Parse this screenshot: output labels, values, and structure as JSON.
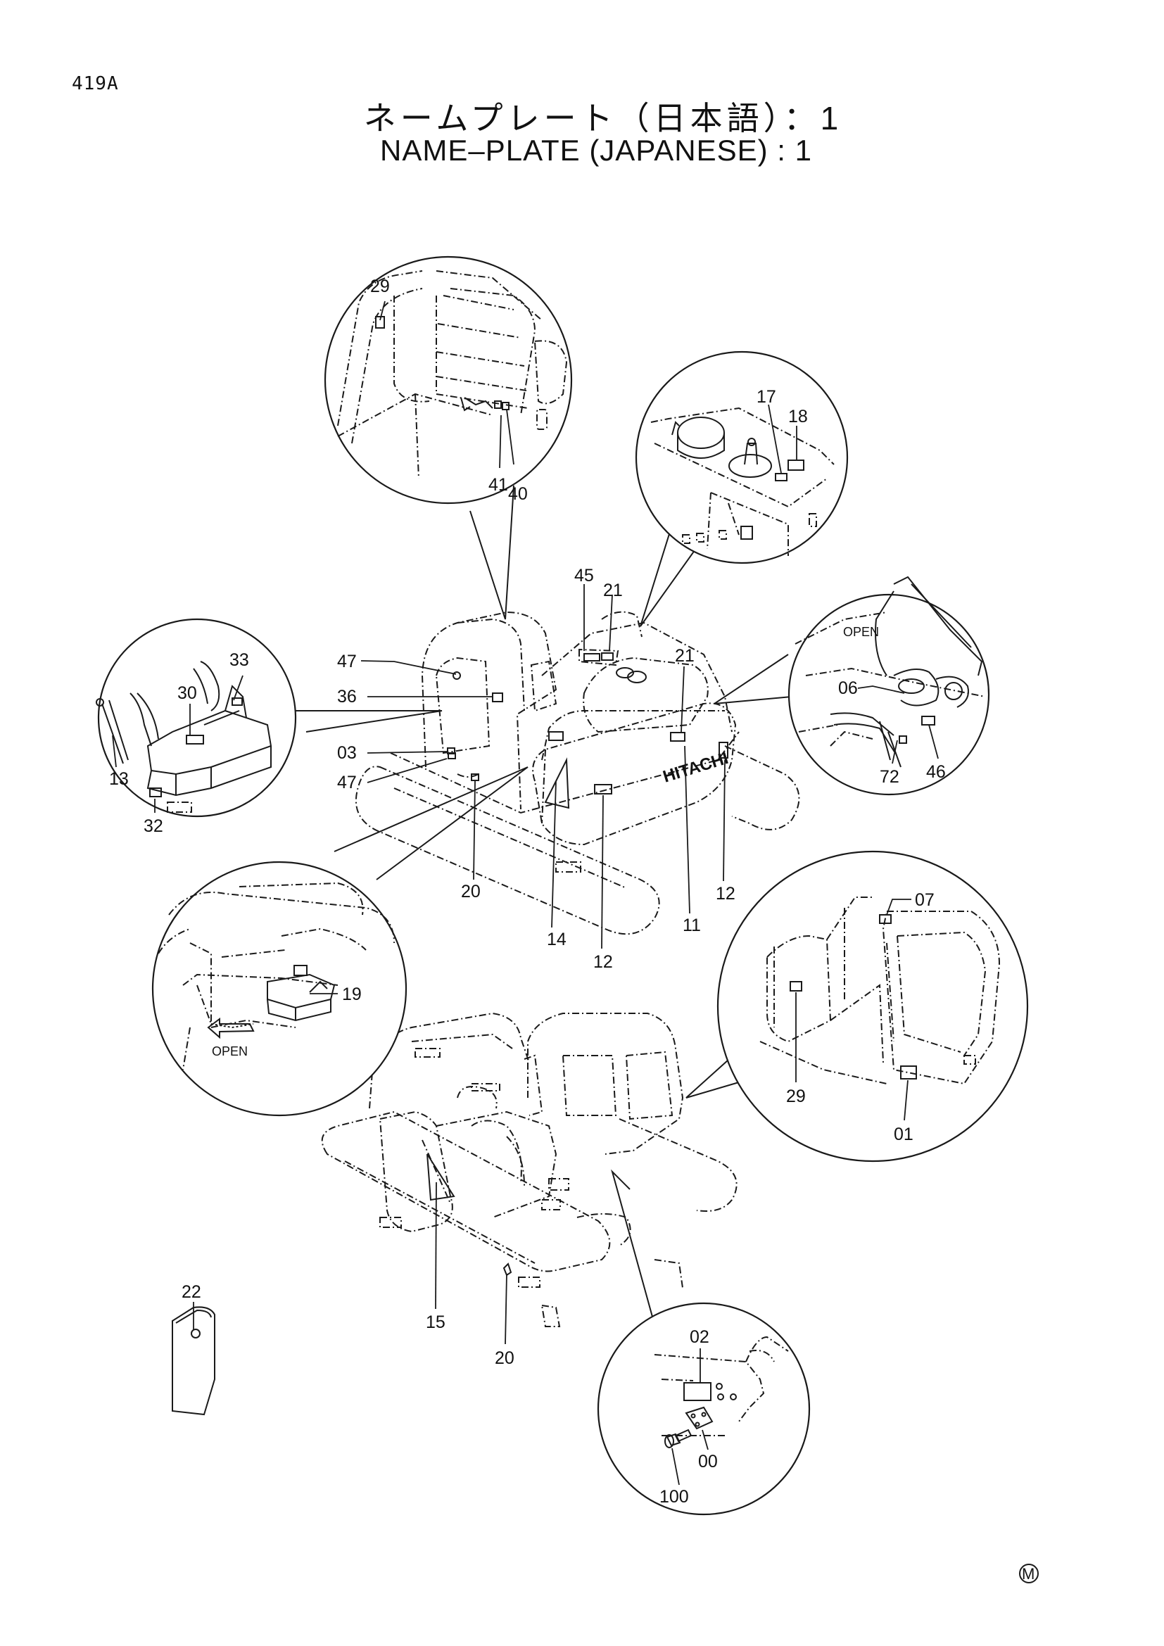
{
  "page_code": "419A",
  "title_jp": "ネームプレート（日本語）：1",
  "title_en": "NAME–PLATE (JAPANESE) : 1",
  "brand_text": "HITACHI",
  "open_text": "OPEN",
  "corner_mark": "M",
  "part_labels": {
    "p29a": "29",
    "p41": "41",
    "p40": "40",
    "p17": "17",
    "p18": "18",
    "p45": "45",
    "p21a": "21",
    "p21b": "21",
    "p47a": "47",
    "p36": "36",
    "p03": "03",
    "p47b": "47",
    "p33": "33",
    "p30": "30",
    "p13": "13",
    "p32": "32",
    "p06": "06",
    "p72": "72",
    "p46": "46",
    "p20a": "20",
    "p14": "14",
    "p12a": "12",
    "p11": "11",
    "p12b": "12",
    "p19": "19",
    "p07": "07",
    "p29b": "29",
    "p01": "01",
    "p22": "22",
    "p15": "15",
    "p20b": "20",
    "p02": "02",
    "p00": "00",
    "p100": "100"
  }
}
